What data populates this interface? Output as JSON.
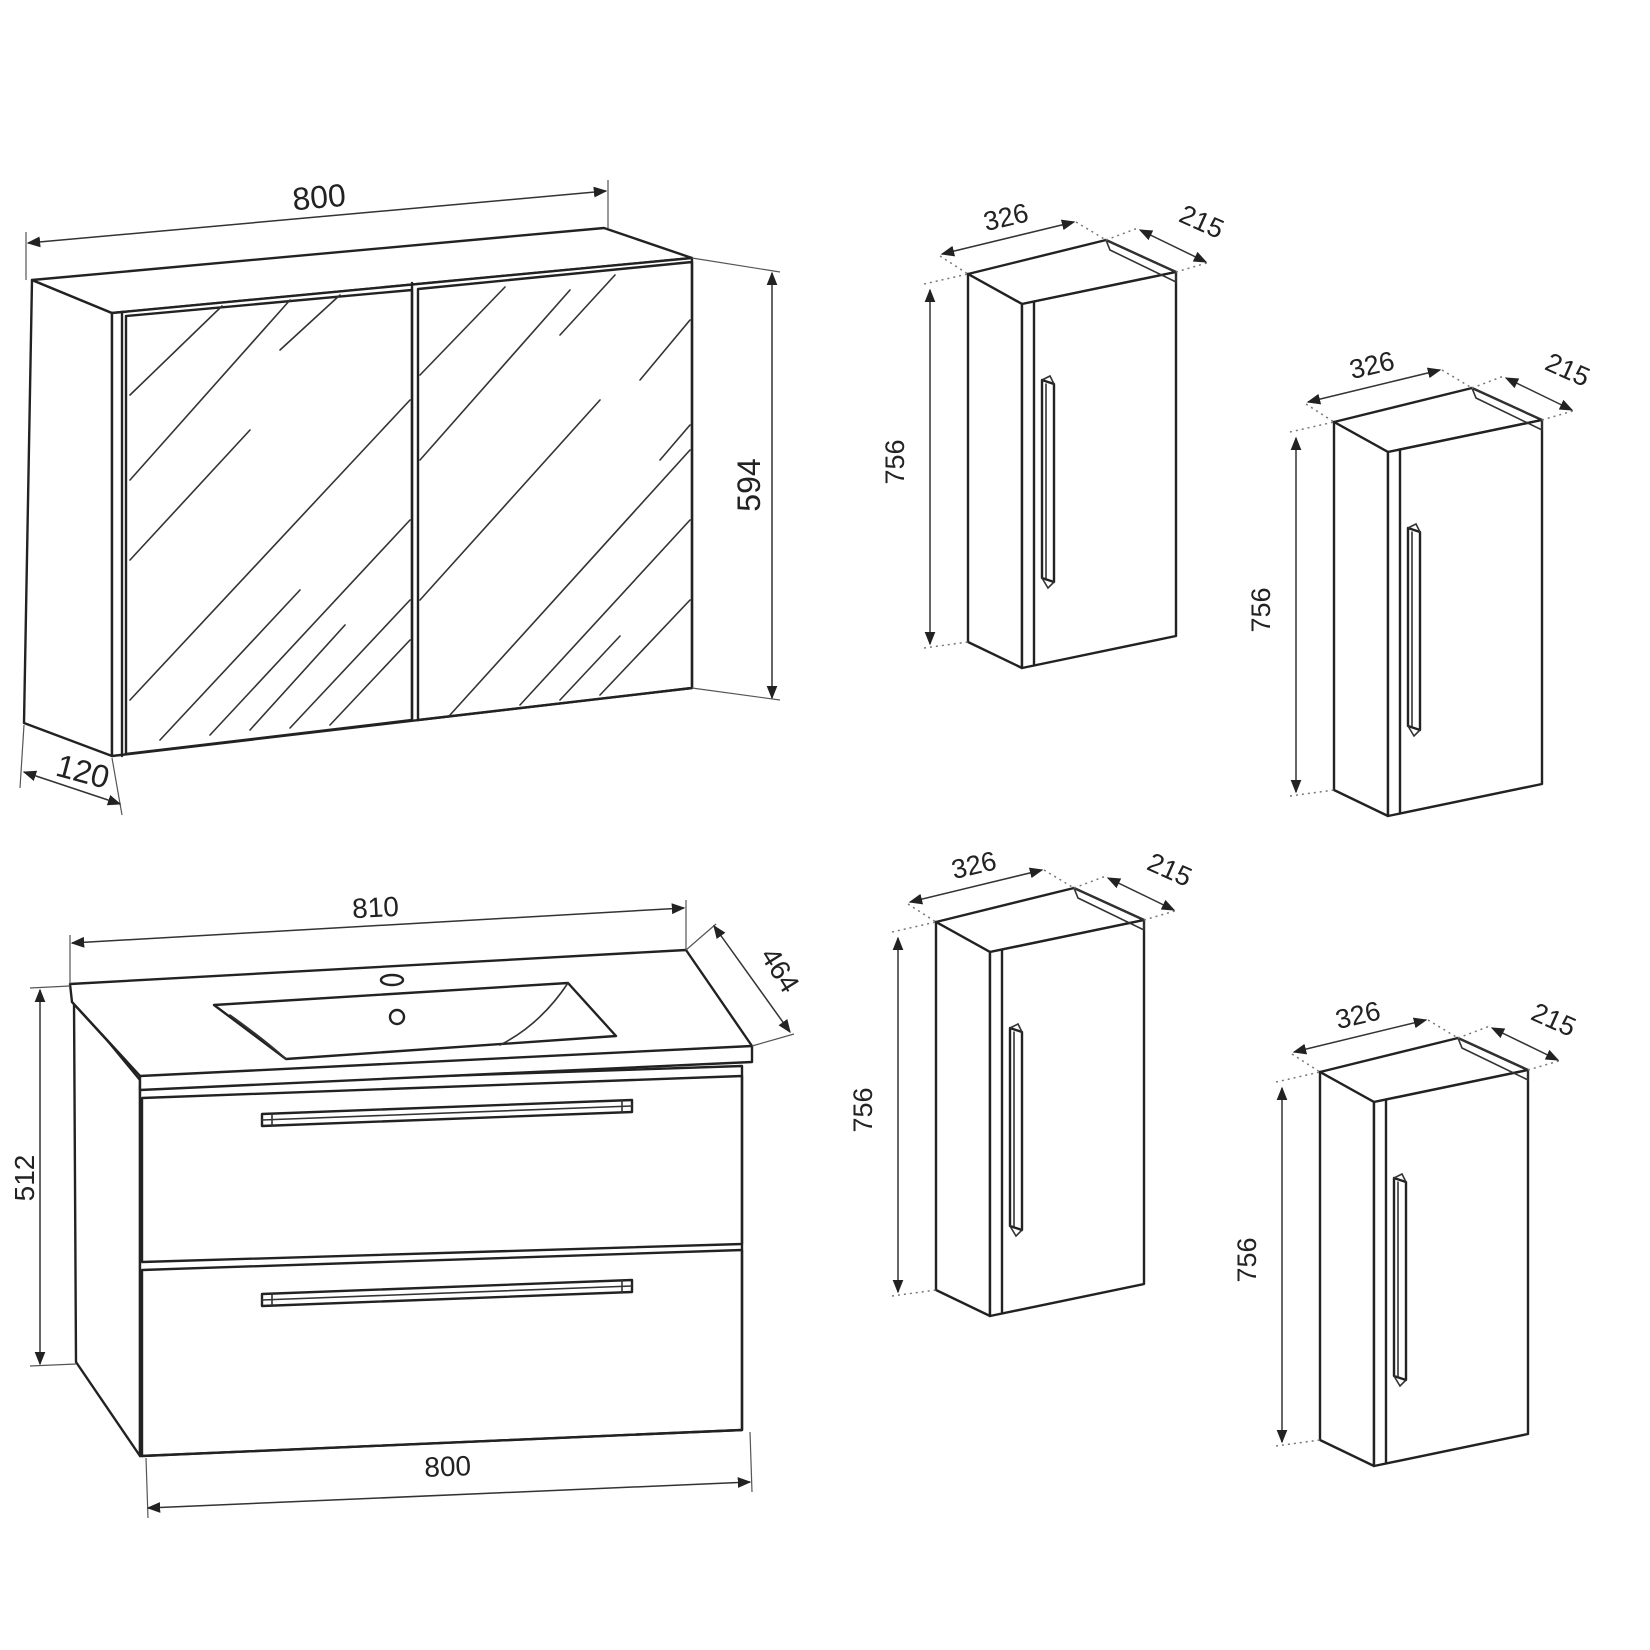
{
  "mirror_cabinet": {
    "width_label": "800",
    "height_label": "594",
    "depth_label": "120"
  },
  "vanity_unit": {
    "top_width_label": "810",
    "depth_label": "464",
    "height_label": "512",
    "bottom_width_label": "800"
  },
  "tall_cabinets": [
    {
      "width_label": "326",
      "depth_label": "215",
      "height_label": "756"
    },
    {
      "width_label": "326",
      "depth_label": "215",
      "height_label": "756"
    },
    {
      "width_label": "326",
      "depth_label": "215",
      "height_label": "756"
    },
    {
      "width_label": "326",
      "depth_label": "215",
      "height_label": "756"
    }
  ]
}
